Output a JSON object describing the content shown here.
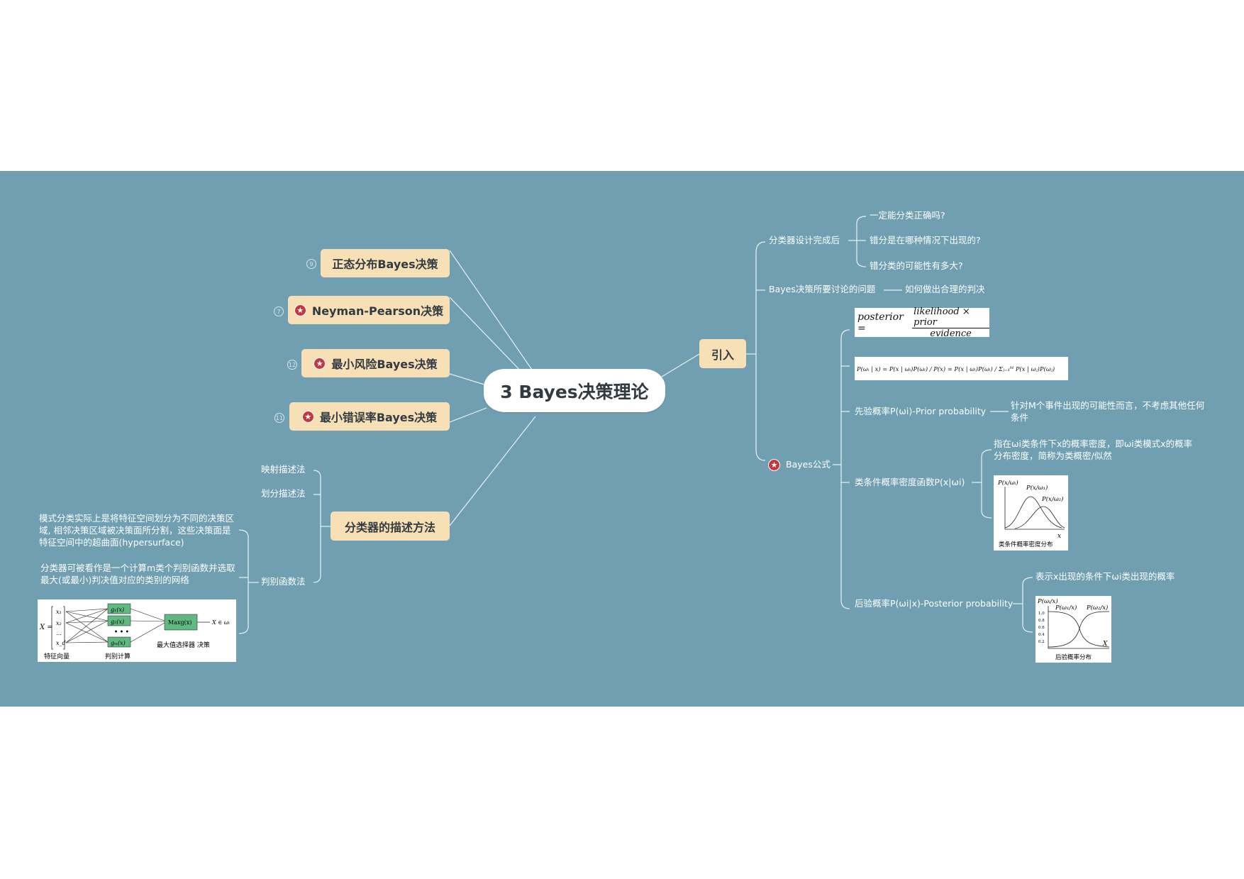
{
  "central": "3 Bayes决策理论",
  "left_topics": [
    {
      "label": "正态分布Bayes决策",
      "number": "9",
      "starred": false
    },
    {
      "label": "Neyman-Pearson决策",
      "number": "7",
      "starred": true
    },
    {
      "label": "最小风险Bayes决策",
      "number": "12",
      "starred": true
    },
    {
      "label": "最小错误率Bayes决策",
      "number": "11",
      "starred": true
    }
  ],
  "classifier": {
    "label": "分类器的描述方法",
    "methods": [
      "映射描述法",
      "划分描述法",
      "判别函数法"
    ],
    "discriminant_notes": [
      "模式分类实际上是将特征空间划分为不同的决策区域, 相邻决策区域被决策面所分割，这些决策面是特征空间中的超曲面(hypersurface)",
      "分类器可被看作是一个计算m类个判别函数并选取最大(或最小)判决值对应的类别的网络"
    ],
    "network_figure": {
      "x_label": "X =",
      "inputs": [
        "x₁",
        "x₂",
        "…",
        "x_d"
      ],
      "functions": [
        "g₁(x)",
        "g₂(x)",
        "• • •",
        "gₘ(x)"
      ],
      "max_box": "Maxg(x)",
      "output": "X ∈ ωᵢ",
      "captions": [
        "特征向量",
        "判别计算",
        "最大值选择器 决策"
      ]
    }
  },
  "intro": {
    "label": "引入",
    "after_design": {
      "label": "分类器设计完成后",
      "questions": [
        "一定能分类正确吗?",
        "错分是在哪种情况下出现的?",
        "错分类的可能性有多大?"
      ]
    },
    "problem": {
      "label": "Bayes决策所要讨论的问题",
      "answer": "如何做出合理的判决"
    },
    "bayes_formula": {
      "label": "Bayes公式",
      "starred": true,
      "formula1": {
        "lhs": "posterior =",
        "numerator": "likelihood × prior",
        "denominator": "evidence"
      },
      "formula2": "P(ωᵢ | x) = P(x | ωᵢ)P(ωᵢ) / P(x) = P(x | ωᵢ)P(ωᵢ) / Σⱼ₌₁ᴹ P(x | ωⱼ)P(ωⱼ)",
      "prior": {
        "label": "先验概率P(ωi)-Prior probability",
        "desc": "针对M个事件出现的可能性而言，不考虑其他任何条件"
      },
      "likelihood": {
        "label": "类条件概率密度函数P(x|ωi)",
        "desc": "指在ωi类条件下x的概率密度，即ωi类模式x的概率分布密度，简称为类概密/似然",
        "figure": {
          "y_label": "P(x/ωᵢ)",
          "curve1": "P(x/ω₁)",
          "curve2": "P(x/ω₂)",
          "x_label": "x",
          "caption": "类条件概率密度分布"
        }
      },
      "posterior": {
        "label": "后验概率P(ωi|x)-Posterior probability",
        "desc": "表示x出现的条件下ωi类出现的概率",
        "figure": {
          "y_label": "P(ωᵢ/x)",
          "curve1": "P(ω₁/x)",
          "curve2": "P(ω₂/x)",
          "ticks": [
            "1.0",
            "0.8",
            "0.6",
            "0.4",
            "0.2"
          ],
          "x_label": "X",
          "caption": "后验概率分布"
        }
      }
    }
  },
  "colors": {
    "background": "#6f9fb1",
    "topic": "#f7dfb6",
    "star": "#c3383f",
    "line": "#e8f1f4"
  }
}
